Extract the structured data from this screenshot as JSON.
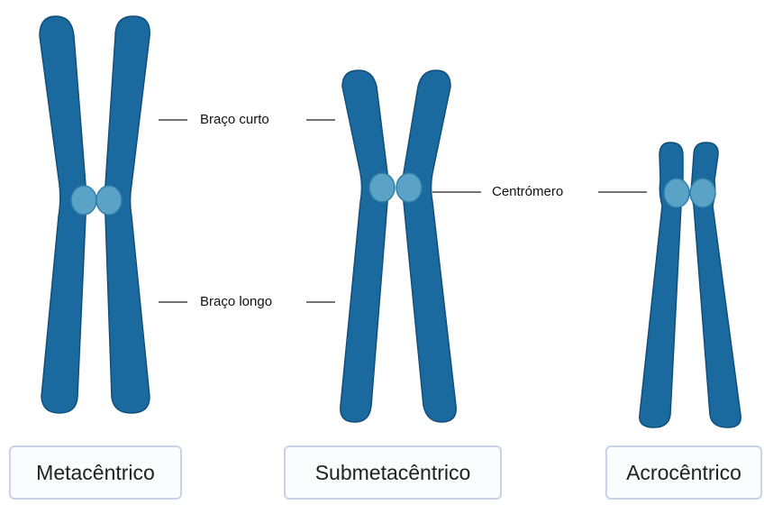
{
  "labels": {
    "short_arm": "Braço curto",
    "long_arm": "Braço longo",
    "centromere": "Centrómero"
  },
  "types": [
    {
      "name": "Metacêntrico"
    },
    {
      "name": "Submetacêntrico"
    },
    {
      "name": "Acrocêntrico"
    }
  ],
  "colors": {
    "chromatid": "#1a6aa0",
    "chromatid_edge": "#114f7a",
    "chromatid_highlight": "#3f8dc2",
    "centromere": "#5aa3c7",
    "centromere_edge": "#2f7fa8"
  }
}
